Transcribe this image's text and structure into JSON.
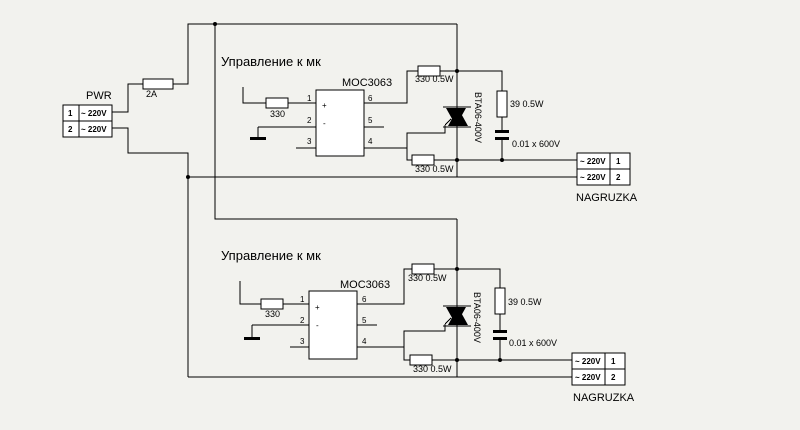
{
  "power": {
    "title": "PWR",
    "pins": [
      {
        "num": "1",
        "label": "~ 220V"
      },
      {
        "num": "2",
        "label": "~ 220V"
      }
    ],
    "fuse_label": "2A"
  },
  "channels": [
    {
      "control_label": "Управление к мк",
      "ic_name": "MOC3063",
      "ic_pins": [
        "1",
        "2",
        "3",
        "6",
        "5",
        "4"
      ],
      "ic_marks": [
        "+",
        "-"
      ],
      "input_resistor": "330",
      "top_resistor": "330 0.5W",
      "bottom_resistor": "330 0.5W",
      "triac": "BTA06-400V",
      "snubber_resistor": "39 0.5W",
      "snubber_cap": "0.01 x 600V",
      "load_title": "NAGRUZKA",
      "load_pins": [
        {
          "num": "1",
          "label": "~ 220V"
        },
        {
          "num": "2",
          "label": "~ 220V"
        }
      ]
    },
    {
      "control_label": "Управление к мк",
      "ic_name": "MOC3063",
      "ic_pins": [
        "1",
        "2",
        "3",
        "6",
        "5",
        "4"
      ],
      "ic_marks": [
        "+",
        "-"
      ],
      "input_resistor": "330",
      "top_resistor": "330 0.5W",
      "bottom_resistor": "330 0.5W",
      "triac": "BTA06-400V",
      "snubber_resistor": "39 0.5W",
      "snubber_cap": "0.01 x 600V",
      "load_title": "NAGRUZKA",
      "load_pins": [
        {
          "num": "1",
          "label": "~ 220V"
        },
        {
          "num": "2",
          "label": "~ 220V"
        }
      ]
    }
  ]
}
